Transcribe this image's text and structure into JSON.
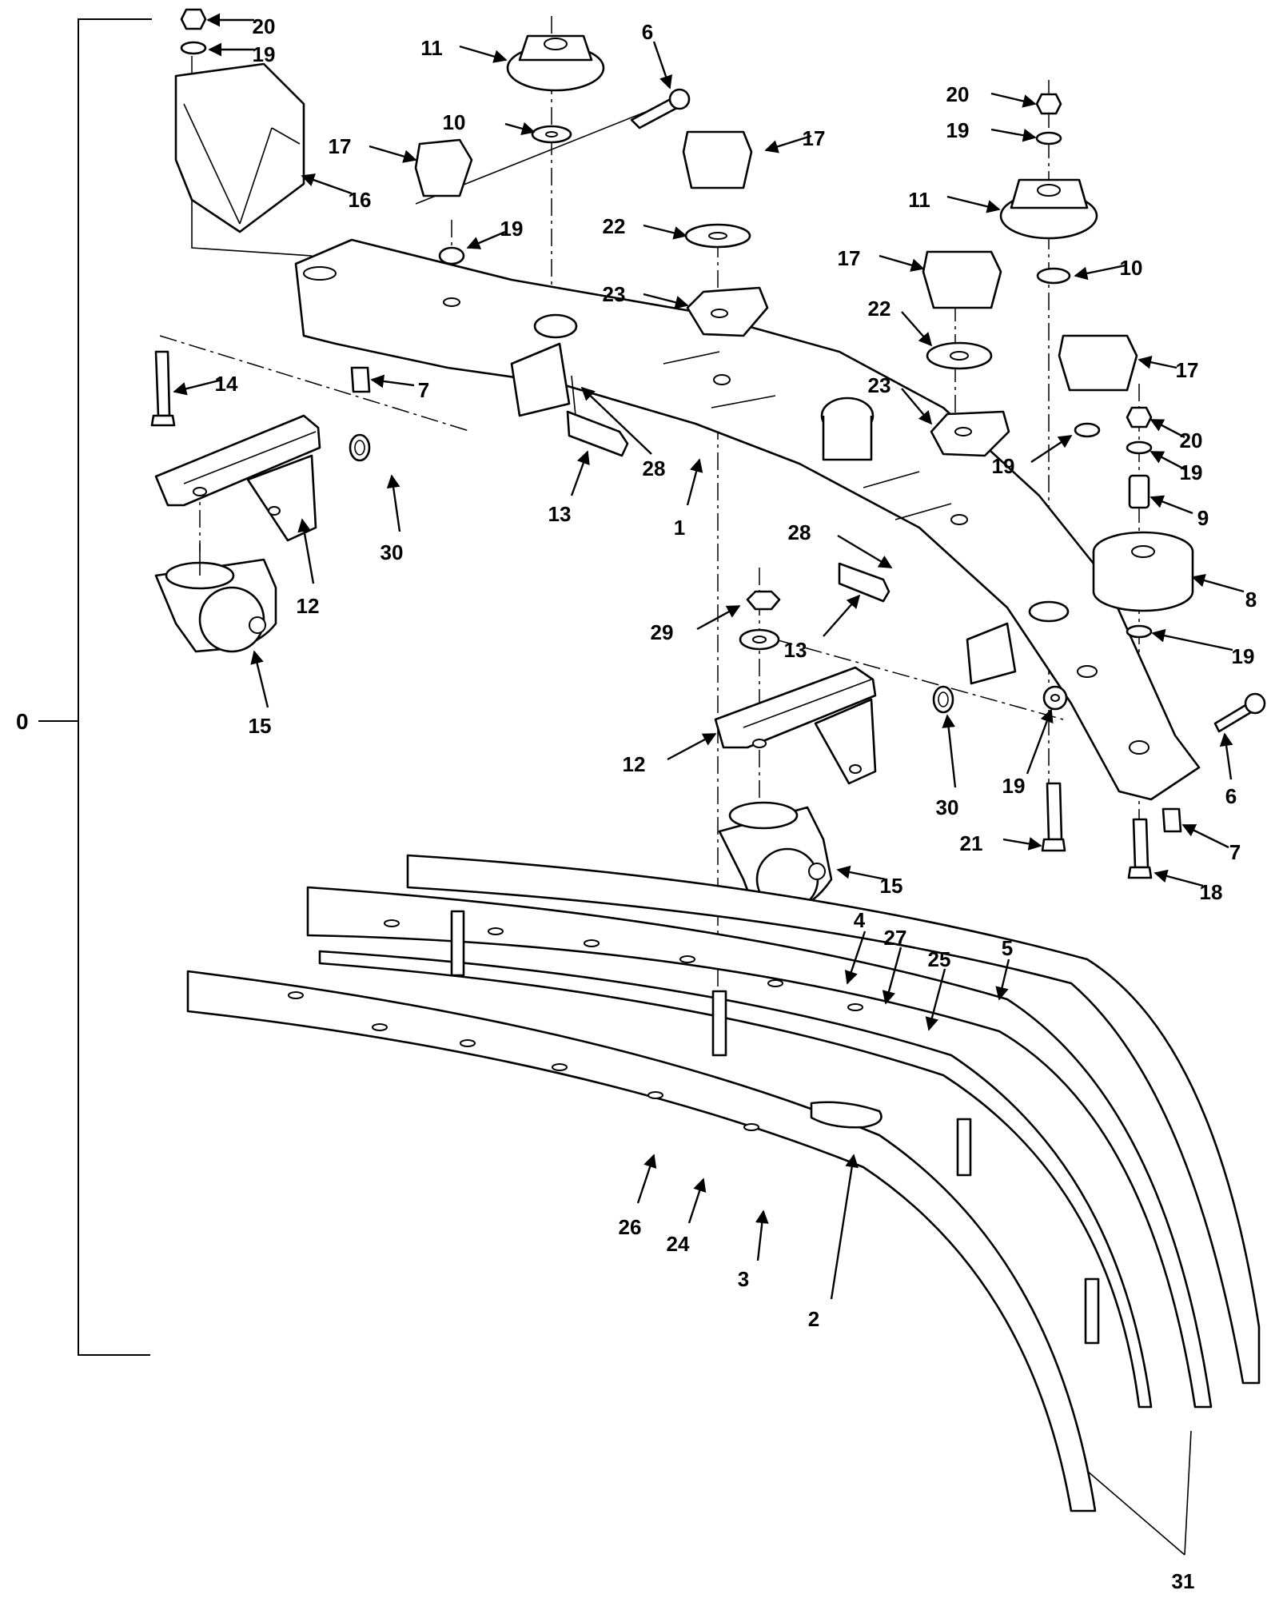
{
  "diagram": {
    "assembly_label": "0",
    "callouts": [
      {
        "id": "c20a",
        "text": "20"
      },
      {
        "id": "c19a",
        "text": "19"
      },
      {
        "id": "c11a",
        "text": "11"
      },
      {
        "id": "c6a",
        "text": "6"
      },
      {
        "id": "c10a",
        "text": "10"
      },
      {
        "id": "c17a",
        "text": "17"
      },
      {
        "id": "c16",
        "text": "16"
      },
      {
        "id": "c19b",
        "text": "19"
      },
      {
        "id": "c17b",
        "text": "17"
      },
      {
        "id": "c22a",
        "text": "22"
      },
      {
        "id": "c23a",
        "text": "23"
      },
      {
        "id": "c20b",
        "text": "20"
      },
      {
        "id": "c19c",
        "text": "19"
      },
      {
        "id": "c11b",
        "text": "11"
      },
      {
        "id": "c10b",
        "text": "10"
      },
      {
        "id": "c17c",
        "text": "17"
      },
      {
        "id": "c22b",
        "text": "22"
      },
      {
        "id": "c17d",
        "text": "17"
      },
      {
        "id": "c23b",
        "text": "23"
      },
      {
        "id": "c14",
        "text": "14"
      },
      {
        "id": "c7a",
        "text": "7"
      },
      {
        "id": "c28a",
        "text": "28"
      },
      {
        "id": "c13a",
        "text": "13"
      },
      {
        "id": "c1",
        "text": "1"
      },
      {
        "id": "c30a",
        "text": "30"
      },
      {
        "id": "c12a",
        "text": "12"
      },
      {
        "id": "c15a",
        "text": "15"
      },
      {
        "id": "c19d",
        "text": "19"
      },
      {
        "id": "c20c",
        "text": "20"
      },
      {
        "id": "c19e",
        "text": "19"
      },
      {
        "id": "c9",
        "text": "9"
      },
      {
        "id": "c8",
        "text": "8"
      },
      {
        "id": "c28b",
        "text": "28"
      },
      {
        "id": "c29",
        "text": "29"
      },
      {
        "id": "c13b",
        "text": "13"
      },
      {
        "id": "c19f",
        "text": "19"
      },
      {
        "id": "c12b",
        "text": "12"
      },
      {
        "id": "c30b",
        "text": "30"
      },
      {
        "id": "c19g",
        "text": "19"
      },
      {
        "id": "c6b",
        "text": "6"
      },
      {
        "id": "c21",
        "text": "21"
      },
      {
        "id": "c7b",
        "text": "7"
      },
      {
        "id": "c18",
        "text": "18"
      },
      {
        "id": "c15b",
        "text": "15"
      },
      {
        "id": "c4",
        "text": "4"
      },
      {
        "id": "c27",
        "text": "27"
      },
      {
        "id": "c25",
        "text": "25"
      },
      {
        "id": "c5",
        "text": "5"
      },
      {
        "id": "c26",
        "text": "26"
      },
      {
        "id": "c24",
        "text": "24"
      },
      {
        "id": "c3",
        "text": "3"
      },
      {
        "id": "c2",
        "text": "2"
      },
      {
        "id": "c31",
        "text": "31"
      }
    ]
  }
}
